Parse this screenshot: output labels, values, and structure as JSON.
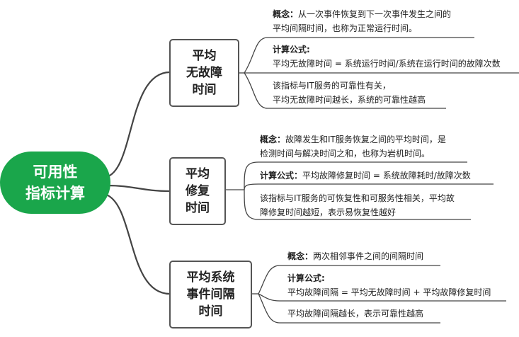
{
  "root": {
    "line1": "可用性",
    "line2": "指标计算",
    "color": "#1aa64b"
  },
  "branches": [
    {
      "lines": [
        "平均",
        "无故障",
        "时间"
      ],
      "leaves": [
        {
          "label": "概念：",
          "line1": "从一次事件恢复到下一次事件发生之间的",
          "line2": "平均间隔时间，也称为正常运行时间。"
        },
        {
          "label": "计算公式:",
          "line2": "平均无故障时间 = 系统运行时间/系统在运行时间的故障次数"
        },
        {
          "line1": "该指标与IT服务的可靠性有关，",
          "line2": "平均无故障时间越长，系统的可靠性越高"
        }
      ]
    },
    {
      "lines": [
        "平均",
        "修复",
        "时间"
      ],
      "leaves": [
        {
          "label": "概念：",
          "line1": "故障发生和IT服务恢复之间的平均时间，是",
          "line2": "检测时间与解决时间之和，也称为岩机时间。"
        },
        {
          "label": "计算公式：",
          "line1": "平均故障修复时间 = 系统故障耗时/故障次数"
        },
        {
          "line1": "该指标与IT服务的可恢复性和可服务性相关，平均故",
          "line2": "障修复时间越短，表示易恢复性越好"
        }
      ]
    },
    {
      "lines": [
        "平均系统",
        "事件间隔",
        "时间"
      ],
      "leaves": [
        {
          "label": "概念：",
          "line1": "两次相邻事件之间的间隔时间"
        },
        {
          "label": "计算公式:",
          "line2": "平均故障间隔 = 平均无故障时间 + 平均故障修复时间"
        },
        {
          "line1": "平均故障间隔越长，表示可靠性越高"
        }
      ]
    }
  ]
}
